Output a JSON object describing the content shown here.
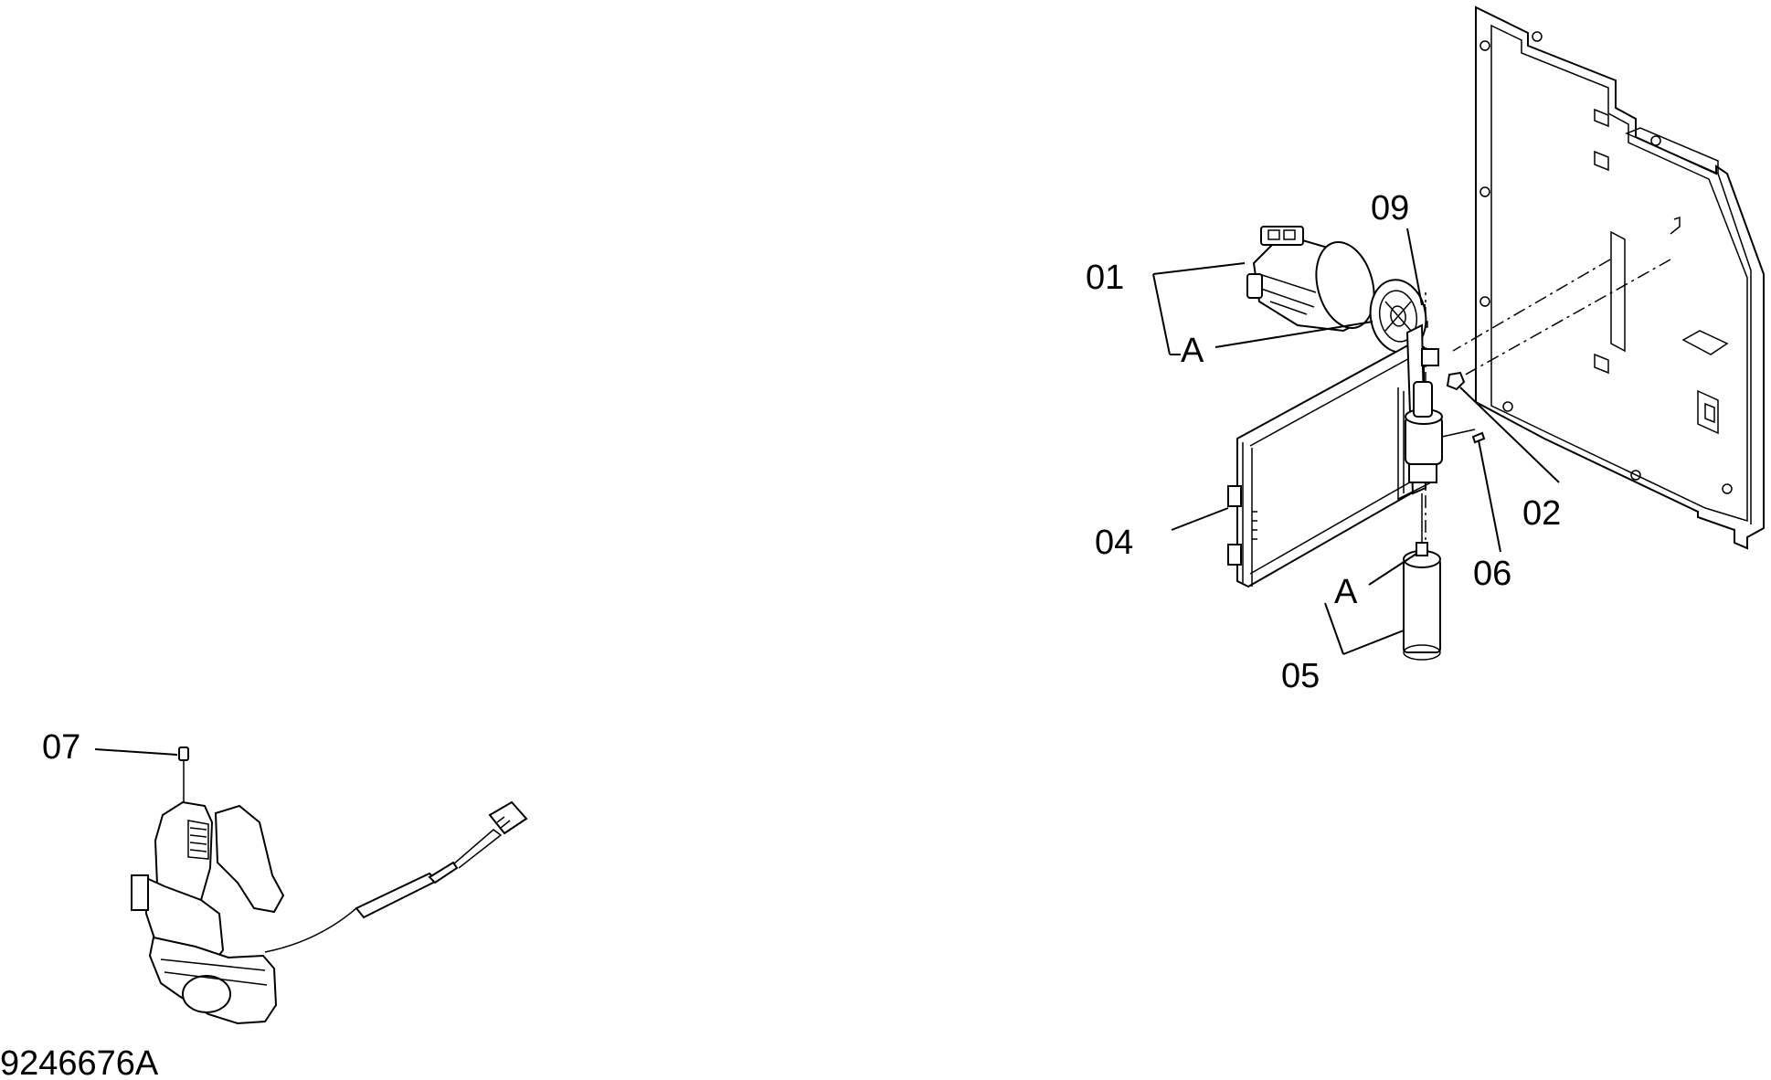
{
  "drawing_number": "9246676A",
  "callouts": {
    "c01": "01",
    "c02": "02",
    "c04": "04",
    "c05": "05",
    "c06": "06",
    "c07": "07",
    "c09": "09",
    "a_upper": "A",
    "a_lower": "A"
  }
}
